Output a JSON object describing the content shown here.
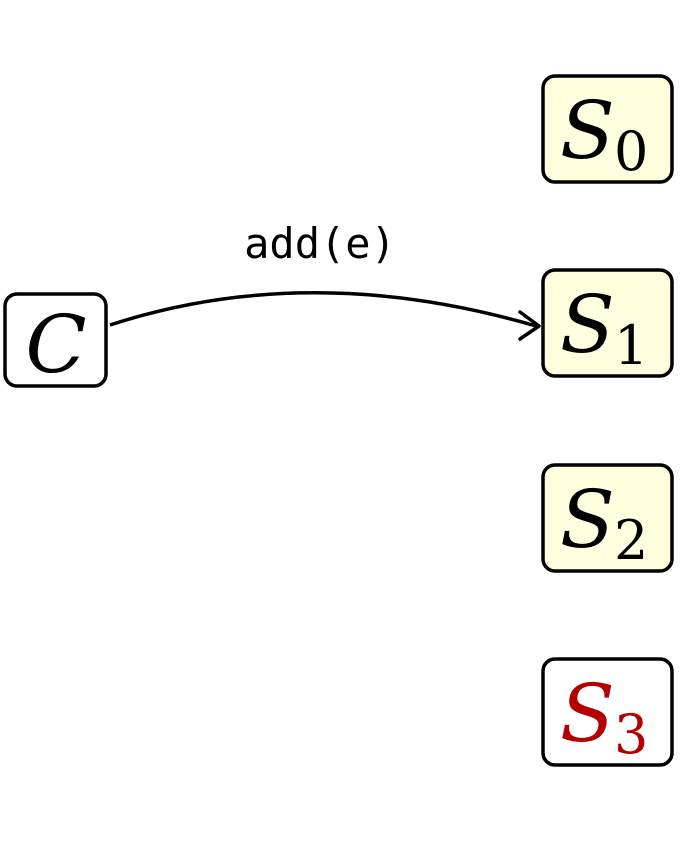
{
  "nodes": {
    "client": {
      "letter": "C",
      "sub": "",
      "fill": "#ffffff",
      "text_color": "#000000"
    },
    "servers": [
      {
        "letter": "S",
        "sub": "0",
        "fill": "#ffffe0",
        "text_color": "#000000"
      },
      {
        "letter": "S",
        "sub": "1",
        "fill": "#ffffe0",
        "text_color": "#000000"
      },
      {
        "letter": "S",
        "sub": "2",
        "fill": "#ffffe0",
        "text_color": "#000000"
      },
      {
        "letter": "S",
        "sub": "3",
        "fill": "#ffffff",
        "text_color": "#b30000"
      }
    ]
  },
  "edge": {
    "from": "client",
    "to": "S1",
    "label": "add(e)"
  }
}
